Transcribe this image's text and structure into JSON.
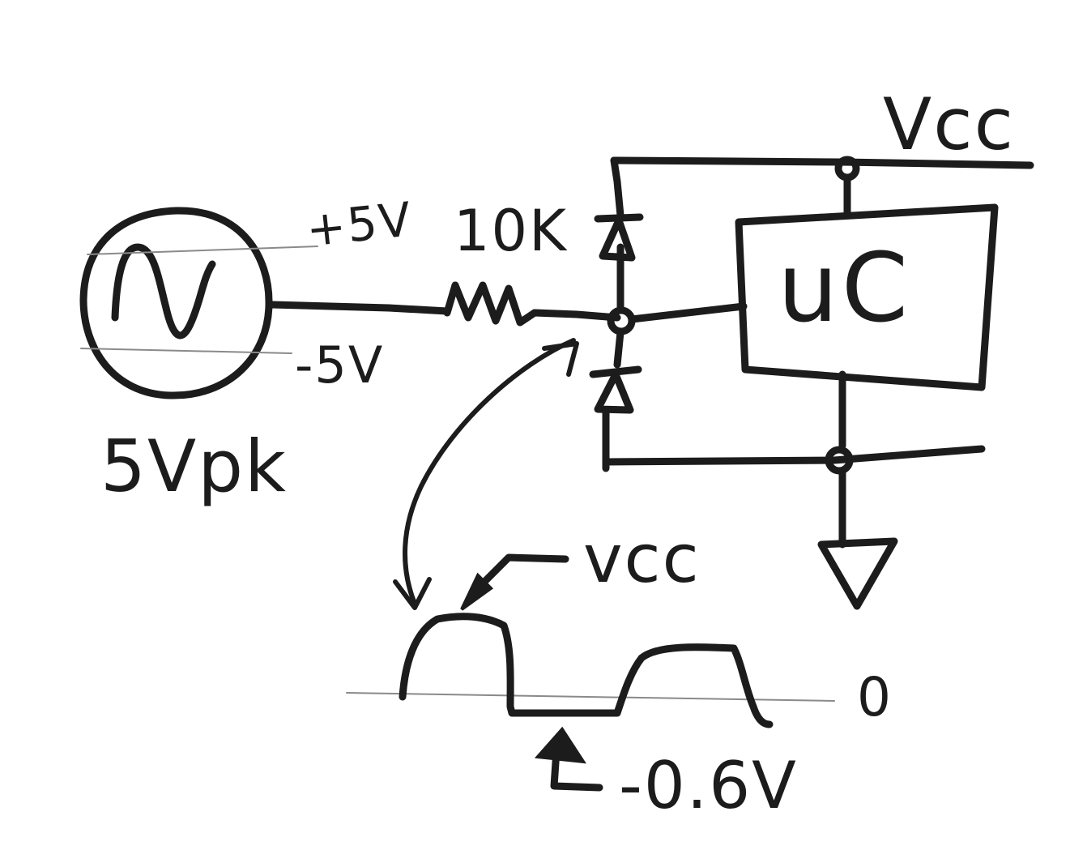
{
  "labels": {
    "vcc_top": "Vcc",
    "plus_5v": "+5V",
    "resistor": "10K",
    "minus_5v": "-5V",
    "source": "5Vpk",
    "microcontroller": "uC",
    "vcc_waveform": "vcc",
    "zero": "0",
    "minus_0_6v": "-0.6V"
  },
  "colors": {
    "ink": "#1c1c1c",
    "paper": "#ffffff",
    "pencil_guide": "#8a8a8a"
  }
}
